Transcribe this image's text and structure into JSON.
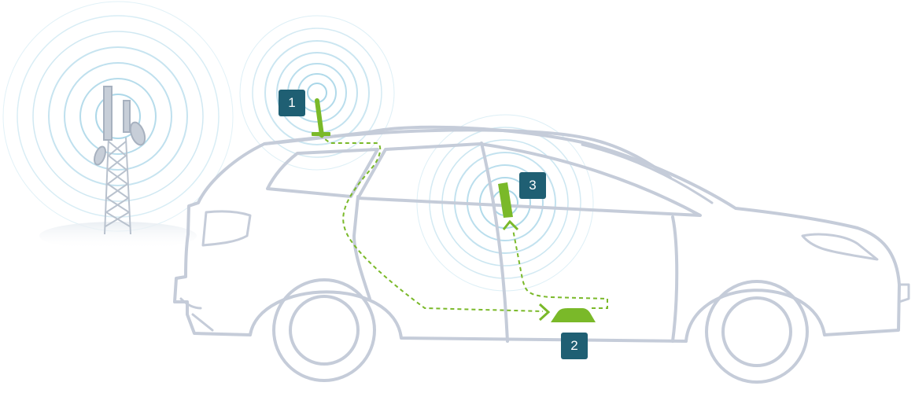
{
  "diagram": {
    "colors": {
      "car_outline": "#c5ccd9",
      "signal_rings": "#a9d6e8",
      "antenna_green": "#7ab929",
      "cable_green": "#7ab929",
      "badge_fill": "#1f5f73",
      "tower": "#b9c2ce"
    },
    "labels": {
      "outside_antenna": "1",
      "booster": "2",
      "inside_antenna": "3"
    },
    "icons": [
      "cell-tower-icon",
      "roof-antenna-icon",
      "booster-icon",
      "interior-antenna-icon"
    ]
  }
}
